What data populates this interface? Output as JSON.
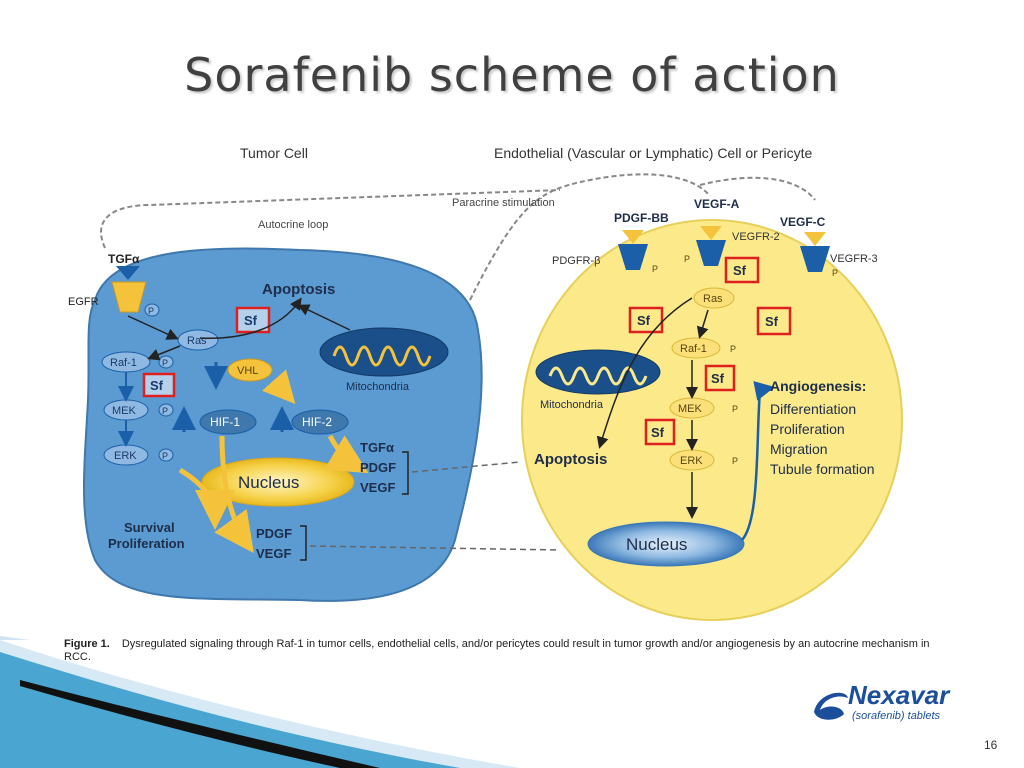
{
  "slide": {
    "title": "Sorafenib scheme of action",
    "page_number": "16"
  },
  "figure": {
    "tumor_cell_title": "Tumor Cell",
    "endo_cell_title": "Endothelial (Vascular or Lymphatic) Cell or Pericyte",
    "paracrine_label": "Paracrine stimulation",
    "autocrine_label": "Autocrine loop",
    "tumor": {
      "tgf_ligand": "TGFα",
      "receptor": "EGFR",
      "p": "P",
      "ras": "Ras",
      "raf": "Raf-1",
      "mek": "MEK",
      "erk": "ERK",
      "sf": "Sf",
      "apoptosis": "Apoptosis",
      "mitochondria": "Mitochondria",
      "vhl": "VHL",
      "hif1": "HIF-1",
      "hif2": "HIF-2",
      "nucleus": "Nucleus",
      "out_tgf": "TGFα",
      "out_pdgf": "PDGF",
      "out_vegf": "VEGF",
      "survival": "Survival",
      "proliferation": "Proliferation",
      "out2_pdgf": "PDGF",
      "out2_vegf": "VEGF"
    },
    "endo": {
      "pdgf_bb": "PDGF-BB",
      "vegf_a": "VEGF-A",
      "vegf_c": "VEGF-C",
      "vegfr2": "VEGFR-2",
      "vegfr3": "VEGFR-3",
      "pdgfrb": "PDGFR-β",
      "p": "P",
      "ras": "Ras",
      "raf": "Raf-1",
      "mek": "MEK",
      "erk": "ERK",
      "sf": "Sf",
      "mitochondria": "Mitochondria",
      "apoptosis": "Apoptosis",
      "nucleus": "Nucleus",
      "angio_title": "Angiogenesis:",
      "angio_items": [
        "Differentiation",
        "Proliferation",
        "Migration",
        "Tubule formation"
      ]
    }
  },
  "caption": {
    "label": "Figure 1.",
    "text": "Dysregulated signaling through Raf-1 in tumor cells, endothelial cells, and/or pericytes could result in tumor growth and/or angiogenesis by an autocrine mechanism in RCC."
  },
  "logo": {
    "name": "Nexavar",
    "sub": "(sorafenib) tablets"
  },
  "colors": {
    "tumor_cell": "#5b9bd2",
    "endo_cell": "#fbe98a",
    "sf_box": "#e0201e",
    "arrow_blue": "#1a5fa8",
    "arrow_yellow": "#f5c33b"
  }
}
